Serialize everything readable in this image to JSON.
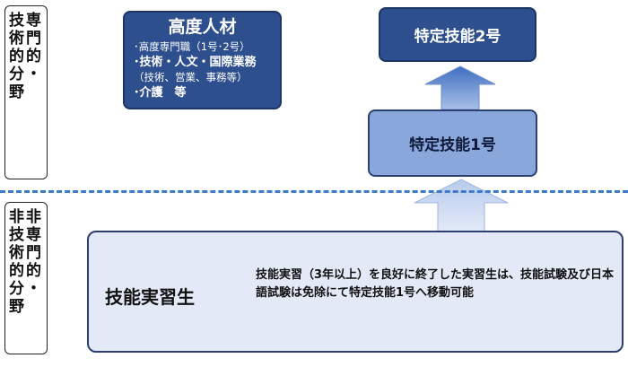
{
  "left_labels": {
    "technical": [
      "専門的・",
      "技術的分野"
    ],
    "non_technical": [
      "非専門的・",
      "非技術的分野"
    ]
  },
  "kodo_jinzai": {
    "title": "高度人材",
    "items": [
      "･高度専門職（1号･2号）",
      "･技術・人文・国際業務",
      "（技術、営業、事務等）",
      "･介護　等"
    ]
  },
  "tokutei2": "特定技能2号",
  "tokutei1": "特定技能1号",
  "jisshu": {
    "title": "技能実習生",
    "description": "技能実習（3年以上）を良好に終了した実習生は、技能試験及び日本語試験は免除にて特定技能1号へ移動可能"
  },
  "colors": {
    "dark_box": "#2e4f8e",
    "medium_box": "#8aa7db",
    "light_box": "#e3e9f7",
    "arrow": "#4a78c4",
    "dashed_line": "#3d7cc9"
  }
}
